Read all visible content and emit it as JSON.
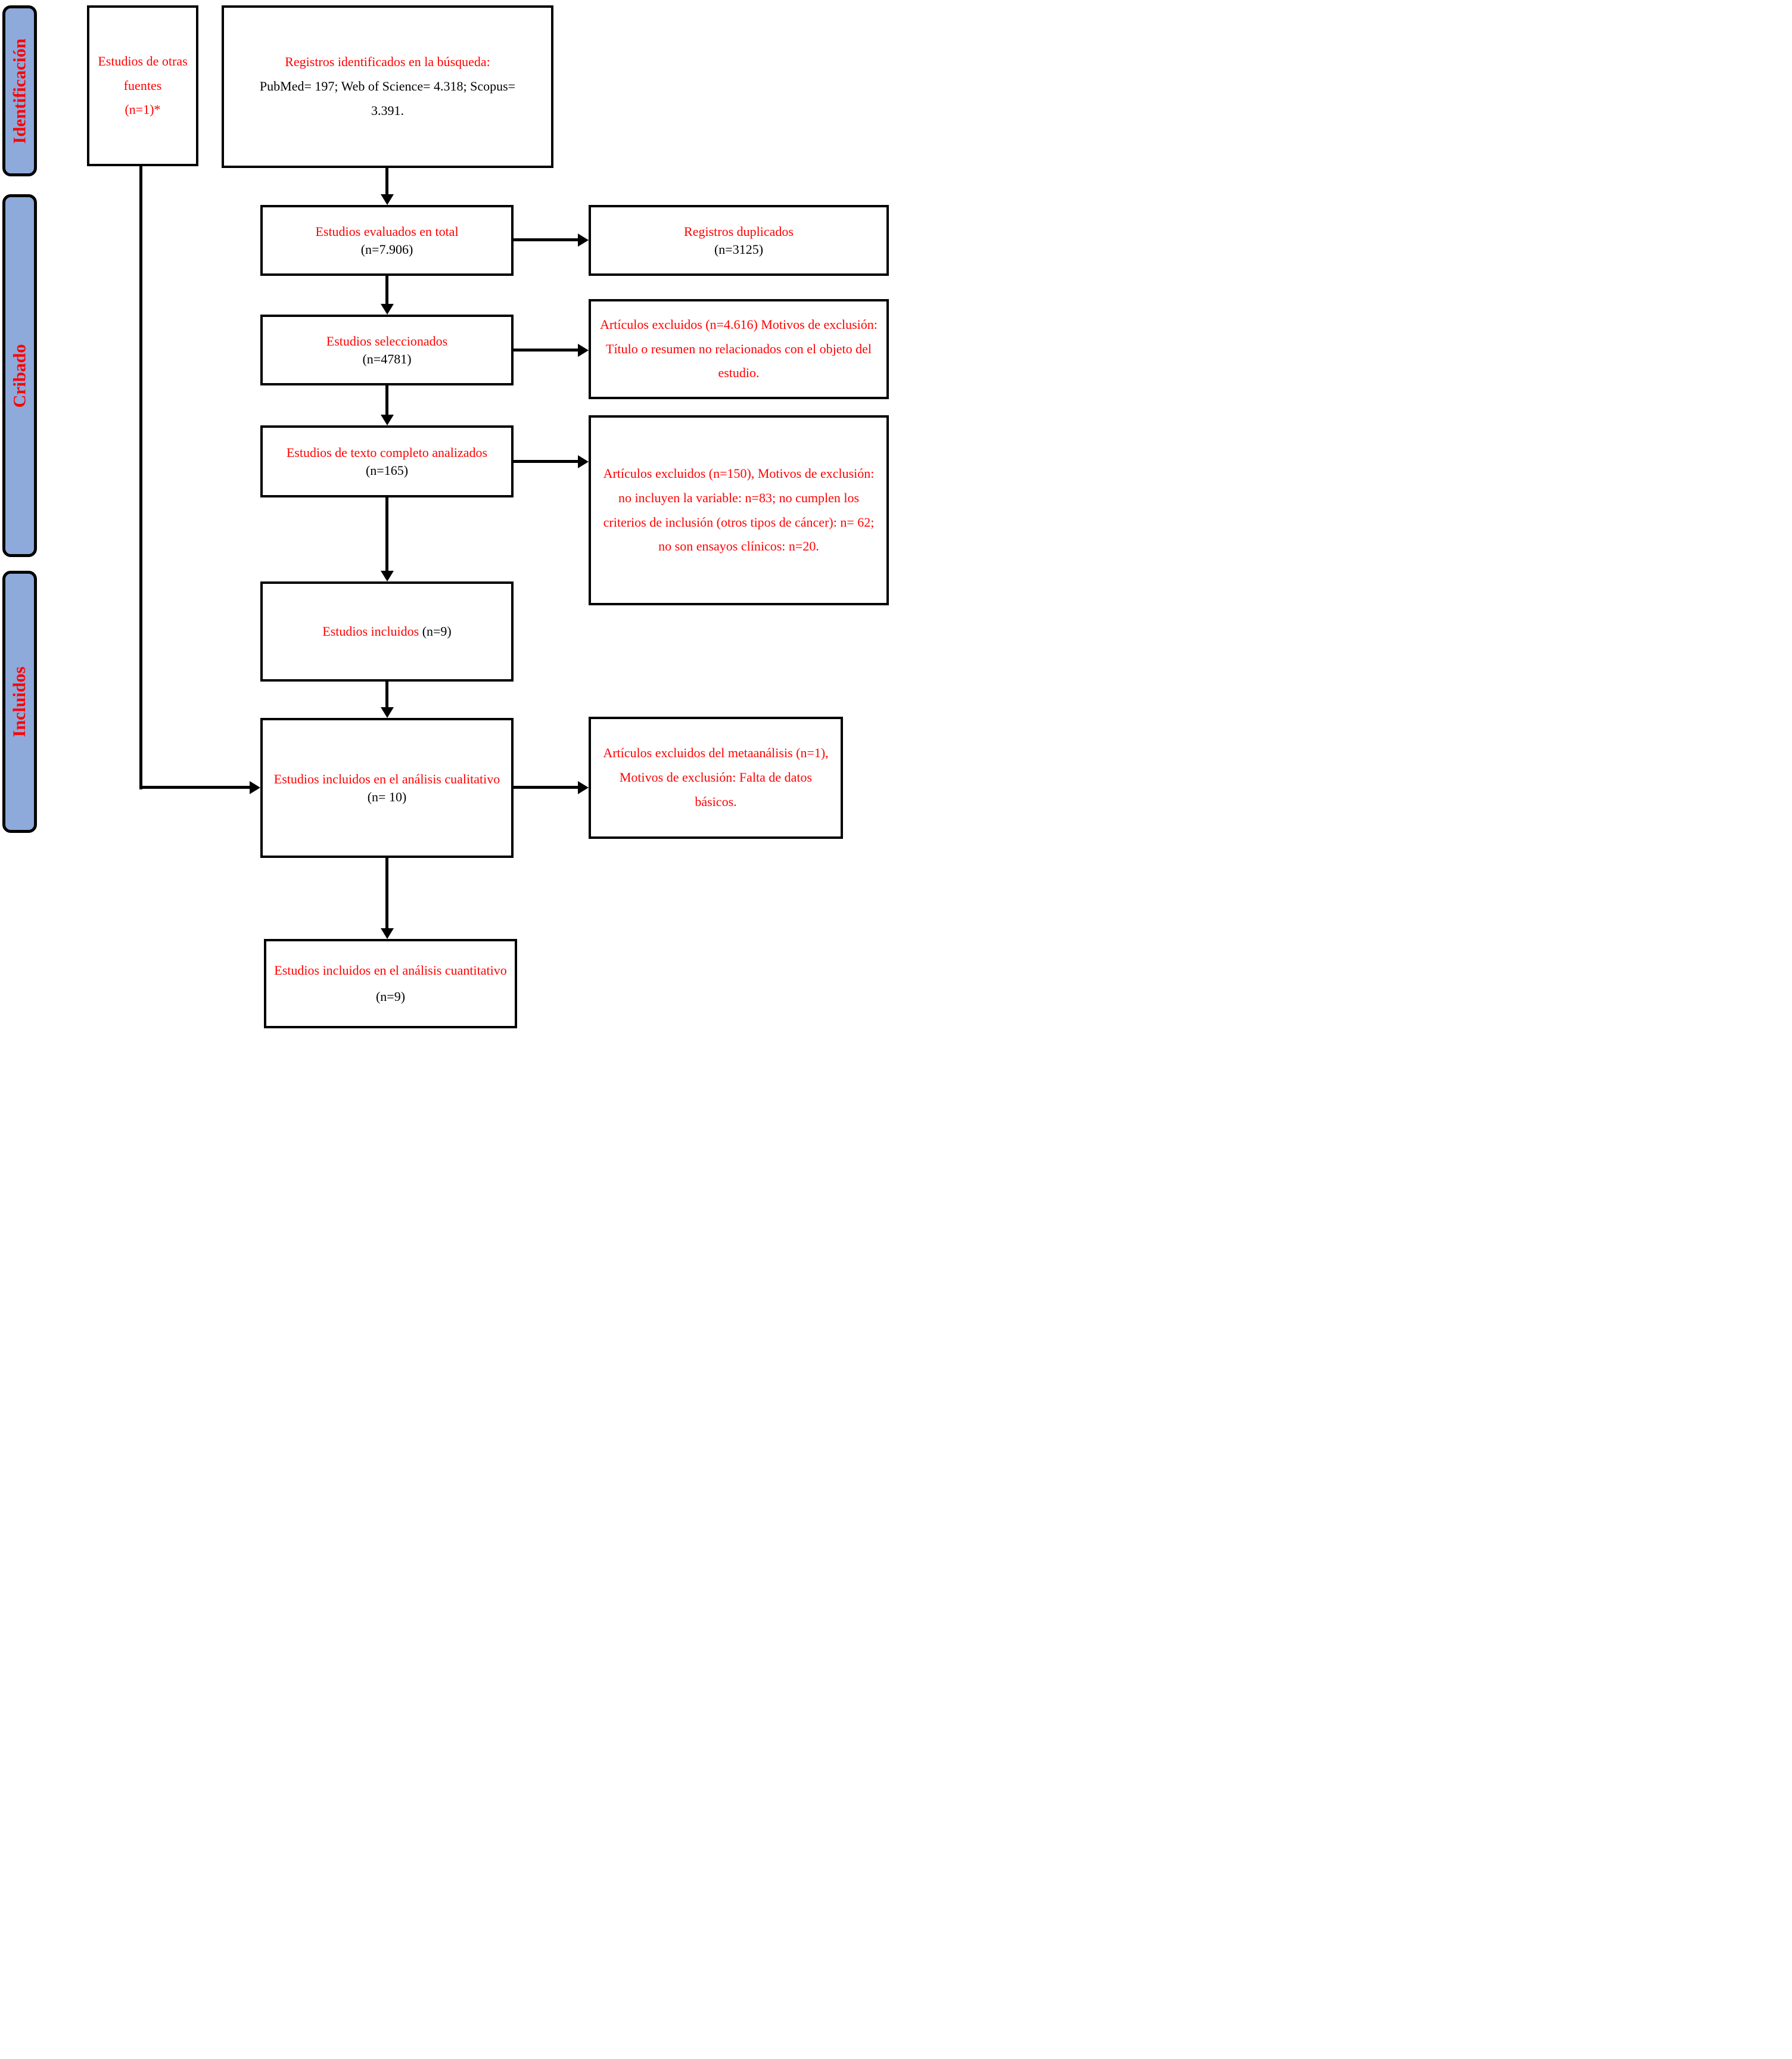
{
  "diagram": {
    "colors": {
      "accent_red": "#FF0000",
      "text_black": "#000000",
      "sidebar_fill": "#8EAADB",
      "line_black": "#000000"
    },
    "sidebar": {
      "items": [
        {
          "id": "identificacion",
          "label": "Identificación"
        },
        {
          "id": "cribado",
          "label": "Cribado"
        },
        {
          "id": "incluidos",
          "label": "Incluidos"
        }
      ]
    },
    "boxes": {
      "other_sources": {
        "title": "Estudios de otras fuentes",
        "n": "(n=1)*"
      },
      "identified": {
        "title": "Registros identificados en la búsqueda:",
        "detail": "PubMed= 197; Web of Science= 4.318; Scopus= 3.391."
      },
      "evaluated": {
        "title": "Estudios evaluados en total",
        "n": "(n=7.906)"
      },
      "duplicates": {
        "title": "Registros duplicados",
        "n": "(n=3125)"
      },
      "selected": {
        "title": "Estudios seleccionados",
        "n": "(n=4781)"
      },
      "excluded_screening": {
        "text": "Artículos excluidos (n=4.616) Motivos de exclusión: Título o resumen no relacionados con el objeto del estudio."
      },
      "fulltext": {
        "title": "Estudios de texto completo analizados",
        "n": "(n=165)"
      },
      "excluded_fulltext": {
        "text": "Artículos excluidos (n=150), Motivos de exclusión: no incluyen la variable: n=83; no cumplen los criterios de inclusión (otros tipos de cáncer): n= 62; no son ensayos clínicos: n=20."
      },
      "included": {
        "title": "Estudios incluidos",
        "n": "(n=9)"
      },
      "qualitative": {
        "title": "Estudios incluidos en el análisis cualitativo",
        "n": "(n= 10)"
      },
      "excluded_meta": {
        "text": "Artículos excluidos del metaanálisis (n=1), Motivos de exclusión: Falta de datos básicos."
      },
      "quantitative": {
        "title": "Estudios incluidos en el análisis cuantitativo",
        "n": "(n=9)"
      }
    }
  }
}
